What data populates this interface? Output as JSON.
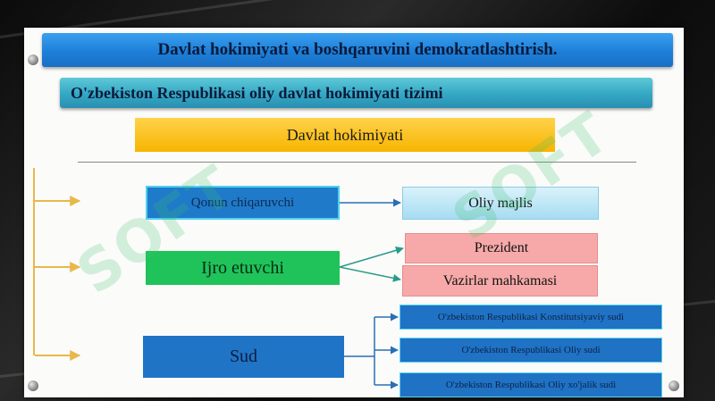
{
  "slide": {
    "title": "Davlat hokimiyati va boshqaruvini demokratlashtirish.",
    "subtitle": "O'zbekiston Respublikasi oliy davlat hokimiyati tizimi",
    "root": "Davlat hokimiyati"
  },
  "branches": {
    "legislative": "Qonun chiqaruvchi",
    "executive": "Ijro etuvchi",
    "judicial": "Sud"
  },
  "legislative_bodies": [
    "Oliy majlis"
  ],
  "executive_bodies": [
    "Prezident",
    "Vazirlar mahkamasi"
  ],
  "judicial_bodies": [
    "O'zbekiston Respublikasi Konstitutsiyaviy sudi",
    "O'zbekiston Respublikasi Oliy sudi",
    "O'zbekiston Respublikasi Oliy xo'jalik sudi"
  ],
  "watermark": "SOFT",
  "colors": {
    "title_bar": "#1d7fd8",
    "subtitle_bar": "#33a7c3",
    "root_box": "#f7b500",
    "legislative_box": "#1f7ac9",
    "executive_box": "#1fc35a",
    "judicial_box": "#1f74c6",
    "parliament_box": "#a6dcf1",
    "executive_bodies_box": "#f7a9a9",
    "rail": "#e8b84a"
  }
}
